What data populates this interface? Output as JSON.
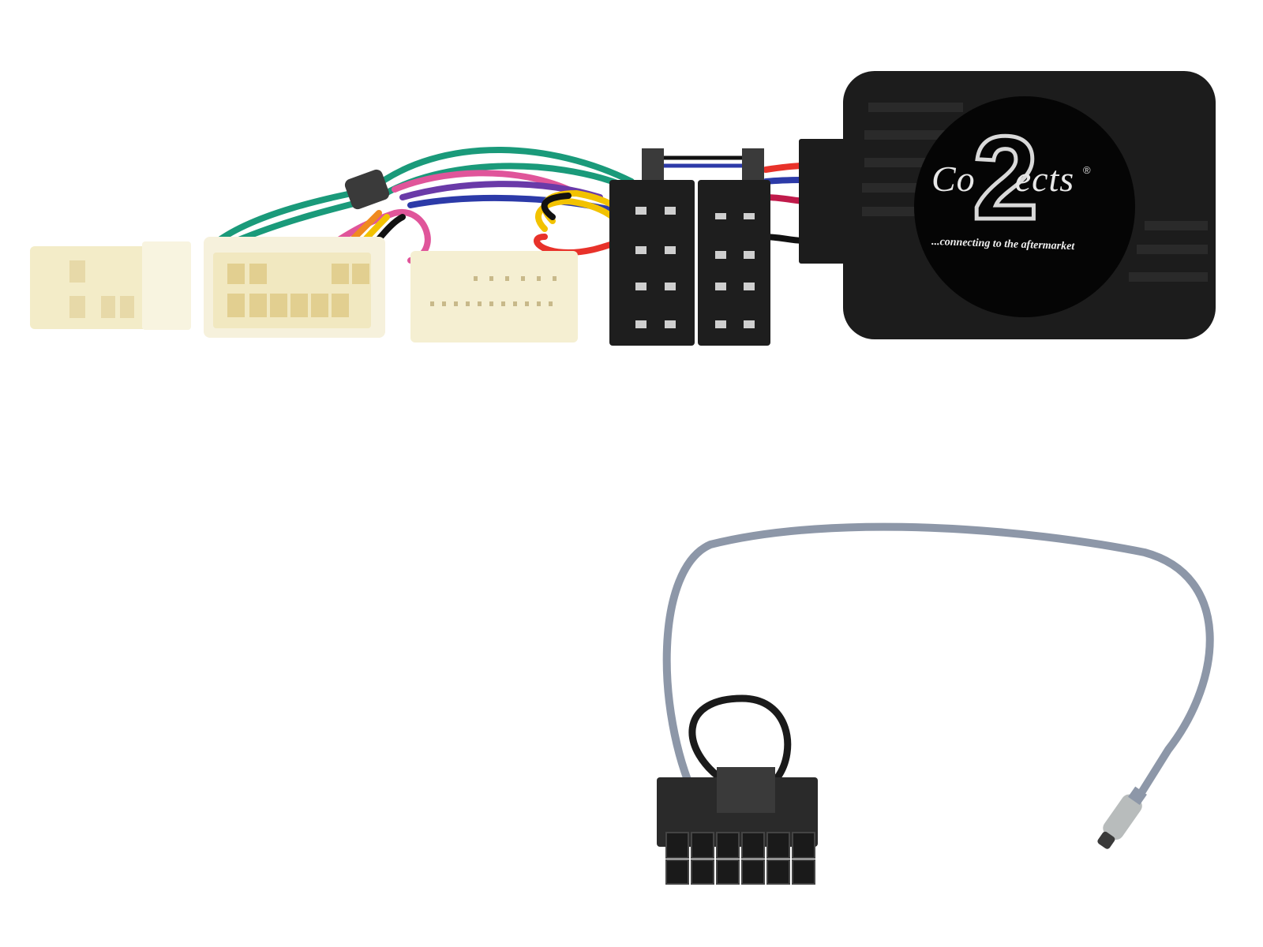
{
  "image": {
    "description": "Product photo of a steering wheel control interface harness kit",
    "background": "#ffffff"
  },
  "module": {
    "brand_script_left": "Co",
    "brand_script_right": "ects",
    "brand_numeral": "2",
    "brand_registered": "®",
    "tagline": "...connecting to the aftermarket",
    "colors": {
      "body": "#1c1c1c",
      "badge": "#050505",
      "logo": "#e0e0e0"
    }
  },
  "harness": {
    "wire_colors": [
      "#1a9a7a",
      "#e0559a",
      "#6a3aa8",
      "#2c3aa8",
      "#f2c200",
      "#e8322a",
      "#111111",
      "#f08a20"
    ],
    "connectors": [
      {
        "name": "vehicle-connector-small",
        "color": "#f3ecc8"
      },
      {
        "name": "vehicle-connector-medium",
        "color": "#f3ecc8"
      },
      {
        "name": "vehicle-connector-large",
        "color": "#f5efd2"
      },
      {
        "name": "iso-connector-pair",
        "color": "#1e1e1e"
      }
    ]
  },
  "patch_lead": {
    "cable_color": "#8d97a8",
    "loop_color": "#1a1a1a",
    "plug_color": "#222222",
    "jack_color": "#b8bcbc"
  }
}
